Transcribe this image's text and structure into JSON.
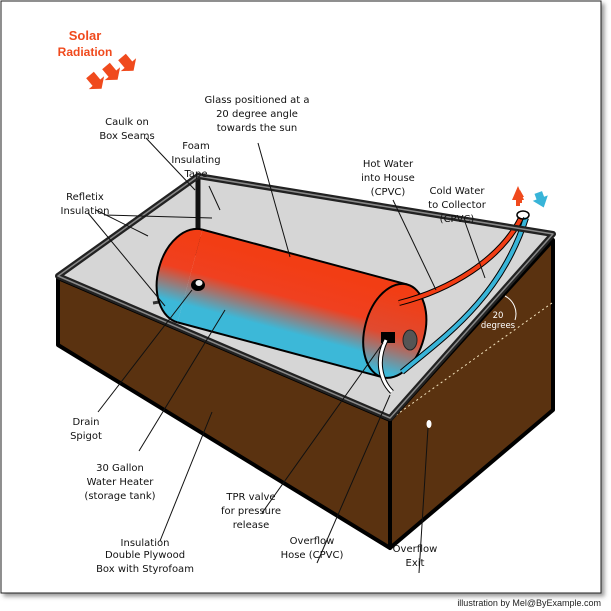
{
  "title": {
    "line1": "Solar",
    "line2": "Radiation"
  },
  "labels": {
    "caulk": [
      "Caulk on",
      "Box Seams"
    ],
    "glass": [
      "Glass positioned at a",
      "20 degree angle",
      "towards the sun"
    ],
    "foam": [
      "Foam",
      "Insulating",
      "Tape"
    ],
    "hot": [
      "Hot Water",
      "into House",
      "(CPVC)"
    ],
    "cold": [
      "Cold Water",
      "to Collector",
      "(CPVC)"
    ],
    "refletix": [
      "Refletix",
      "Insulation"
    ],
    "angle": [
      "20",
      "degrees"
    ],
    "drain": [
      "Drain",
      "Spigot"
    ],
    "heater": [
      "30 Gallon",
      "Water Heater",
      "(storage tank)"
    ],
    "box": [
      "Double Plywood",
      "Box with Styrofoam",
      "Insulation"
    ],
    "tpr": [
      "TPR valve",
      "for pressure",
      "release"
    ],
    "hose": [
      "Overflow",
      "Hose (CPVC)"
    ],
    "exit": [
      "Overflow",
      "Exit"
    ]
  },
  "credit": "illustration by Mel@ByExample.com",
  "colors": {
    "hot": "#f23d14",
    "cold": "#38b4d8",
    "wood": "#5a3210",
    "glass": "#d6d6d6",
    "solar": "#f04a1d"
  }
}
